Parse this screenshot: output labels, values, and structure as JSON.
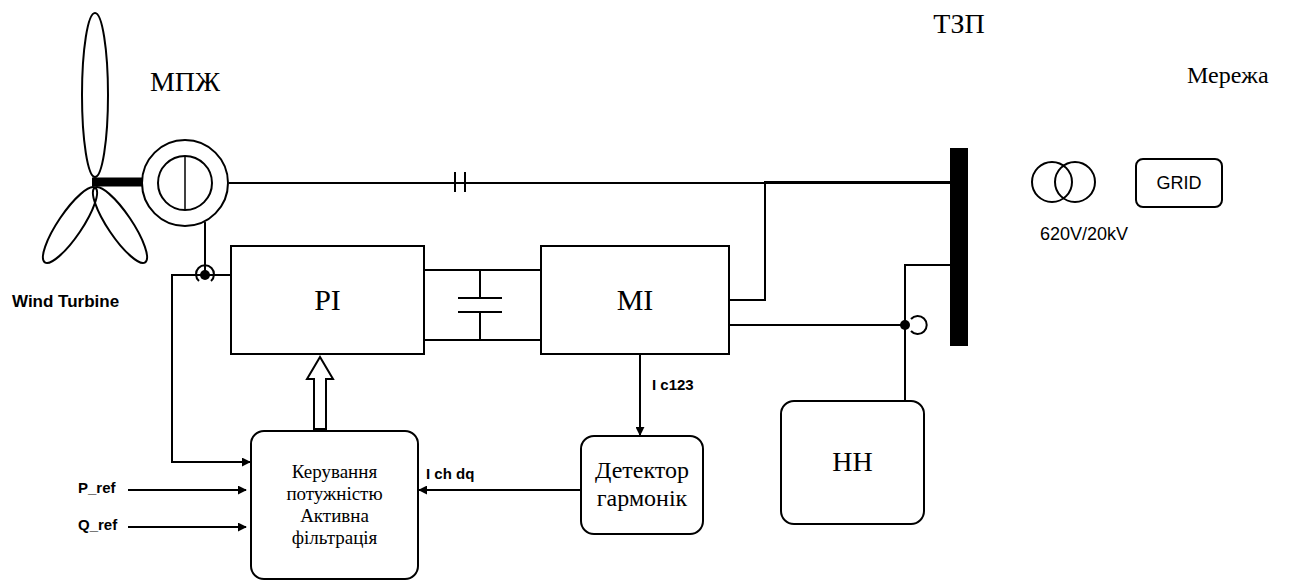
{
  "diagram": {
    "nodes": [
      {
        "text": [
          "МПЖ"
        ]
      },
      {
        "text": [
          "РІ"
        ]
      },
      {
        "text": [
          "МІ"
        ]
      },
      {
        "text": [
          "ТЗП"
        ]
      },
      {
        "text": [
          "Мережа",
          "GRID"
        ]
      },
      {
        "text": [
          "Керування потужністю Активна фільтрація"
        ]
      },
      {
        "text": [
          "Детектор гармонік"
        ]
      },
      {
        "text": [
          "НН"
        ]
      }
    ],
    "edges": [
      {
        "from": 0,
        "to": 3,
        "arrow": "none"
      },
      {
        "from": 0,
        "to": 1,
        "arrow": "none"
      },
      {
        "from": 1,
        "to": 2,
        "arrow": "none"
      },
      {
        "from": 2,
        "to": 3,
        "arrow": "none"
      },
      {
        "from": 7,
        "to": 3,
        "arrow": "none"
      },
      {
        "from": 7,
        "to": 6,
        "label": "I c123",
        "arrow": "to"
      },
      {
        "from": 6,
        "to": 5,
        "label": "I ch dq",
        "arrow": "to"
      },
      {
        "from": 5,
        "to": 1,
        "arrow": "to"
      },
      {
        "from": 0,
        "to": 5,
        "arrow": "to"
      }
    ],
    "labels": [
      "Wind Turbine",
      "620V/20kV",
      "P_ref",
      "Q_ref"
    ]
  }
}
